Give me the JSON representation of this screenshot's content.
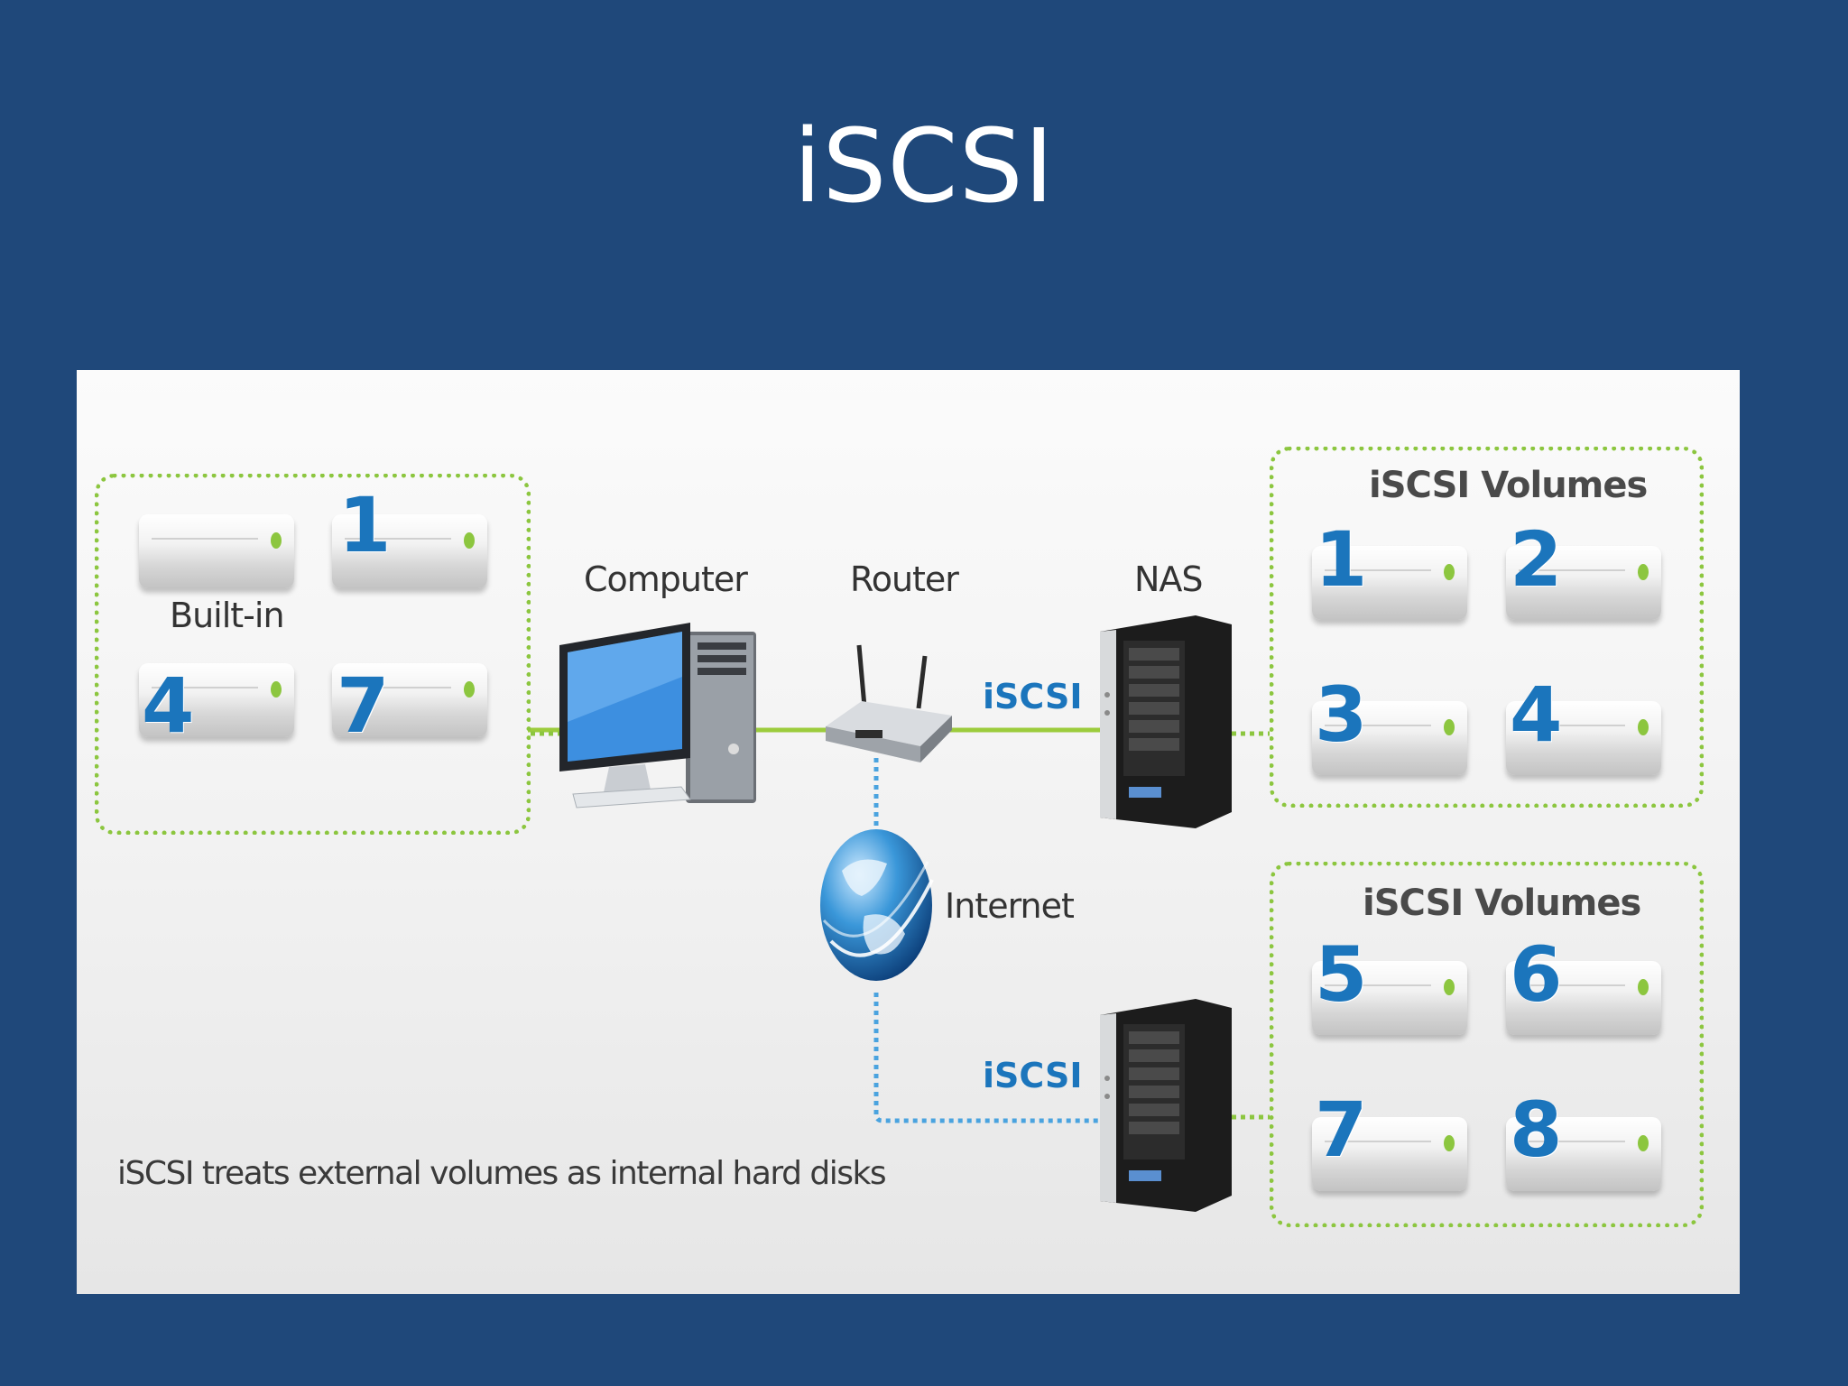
{
  "slide": {
    "title": "iSCSI"
  },
  "diagram": {
    "left_group": {
      "builtin_label": "Built-in",
      "disk_numbers": [
        "1",
        "4",
        "7"
      ]
    },
    "nodes": {
      "computer": "Computer",
      "router": "Router",
      "nas": "NAS",
      "internet": "Internet"
    },
    "links": {
      "router_nas": "iSCSI",
      "internet_nas": "iSCSI"
    },
    "volumes_top": {
      "title": "iSCSI Volumes",
      "numbers": [
        "1",
        "2",
        "3",
        "4"
      ]
    },
    "volumes_bottom": {
      "title": "iSCSI Volumes",
      "numbers": [
        "5",
        "6",
        "7",
        "8"
      ]
    },
    "caption": "iSCSI treats external volumes as internal hard disks"
  },
  "colors": {
    "background": "#1f487a",
    "accent_blue": "#1b75bc",
    "link_green": "#8cc63f",
    "dotted_blue": "#4aa3df"
  }
}
